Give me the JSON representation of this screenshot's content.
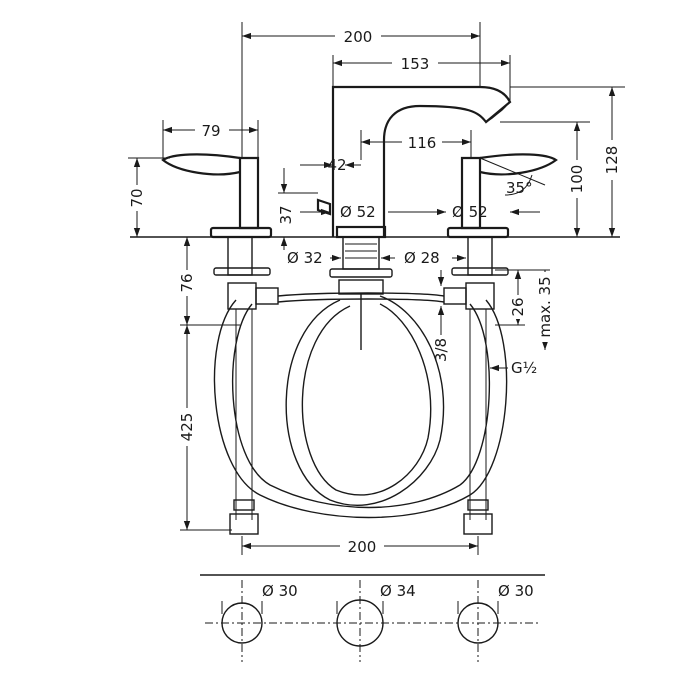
{
  "diagram": {
    "colors": {
      "line": "#1a1a1a",
      "background": "#ffffff"
    },
    "dimensions": {
      "overall_width": "200",
      "spout_reach": "153",
      "handle_width": "79",
      "center_offset": "116",
      "overall_height": "128",
      "spout_height": "100",
      "handle_height": "70",
      "spout_base_offset": "42",
      "handle_base_height": "37",
      "spout_diameter": "Ø 52",
      "handle_diameter": "Ø 52",
      "handle_angle": "35°",
      "dia_32": "Ø 32",
      "dia_28": "Ø 28",
      "shank_length": "76",
      "hose_length": "425",
      "connector_height": "26",
      "max_thickness": "max. 35",
      "thread_3_8": "3/8",
      "thread_g12": "G½",
      "bottom_width": "200",
      "hole_left": "Ø 30",
      "hole_center": "Ø 34",
      "hole_right": "Ø 30"
    }
  }
}
